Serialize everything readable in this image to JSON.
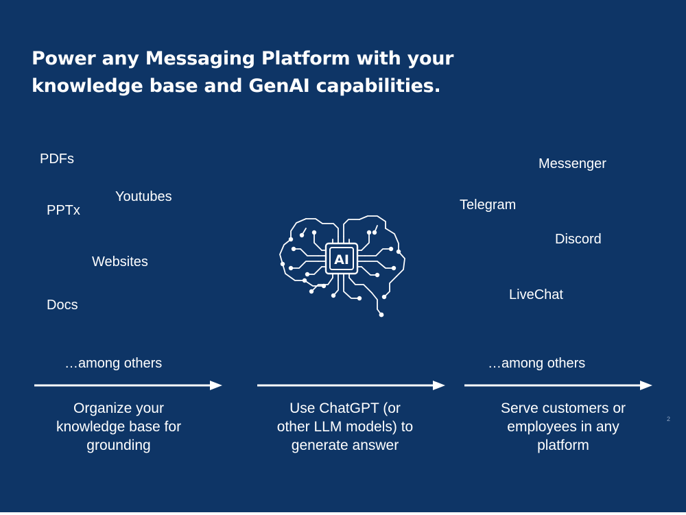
{
  "title": "Power any Messaging Platform with your knowledge base and GenAI capabilities.",
  "sources": [
    "PDFs",
    "Youtubes",
    "PPTx",
    "Websites",
    "Docs"
  ],
  "channels": [
    "Messenger",
    "Telegram",
    "Discord",
    "LiveChat"
  ],
  "among_others": "…among others",
  "center": {
    "ai_label": "AI"
  },
  "steps": [
    {
      "line1": "Organize your",
      "line2": "knowledge base for",
      "line3": "grounding"
    },
    {
      "line1": "Use ChatGPT (or",
      "line2": "other LLM models) to",
      "line3": "generate answer"
    },
    {
      "line1": "Serve customers or",
      "line2": "employees in any",
      "line3": "platform"
    }
  ],
  "page_number": "2",
  "colors": {
    "background": "#0e3566",
    "text": "#ffffff"
  },
  "icons": [
    "ai-brain-circuit-icon",
    "arrow-right-icon"
  ]
}
